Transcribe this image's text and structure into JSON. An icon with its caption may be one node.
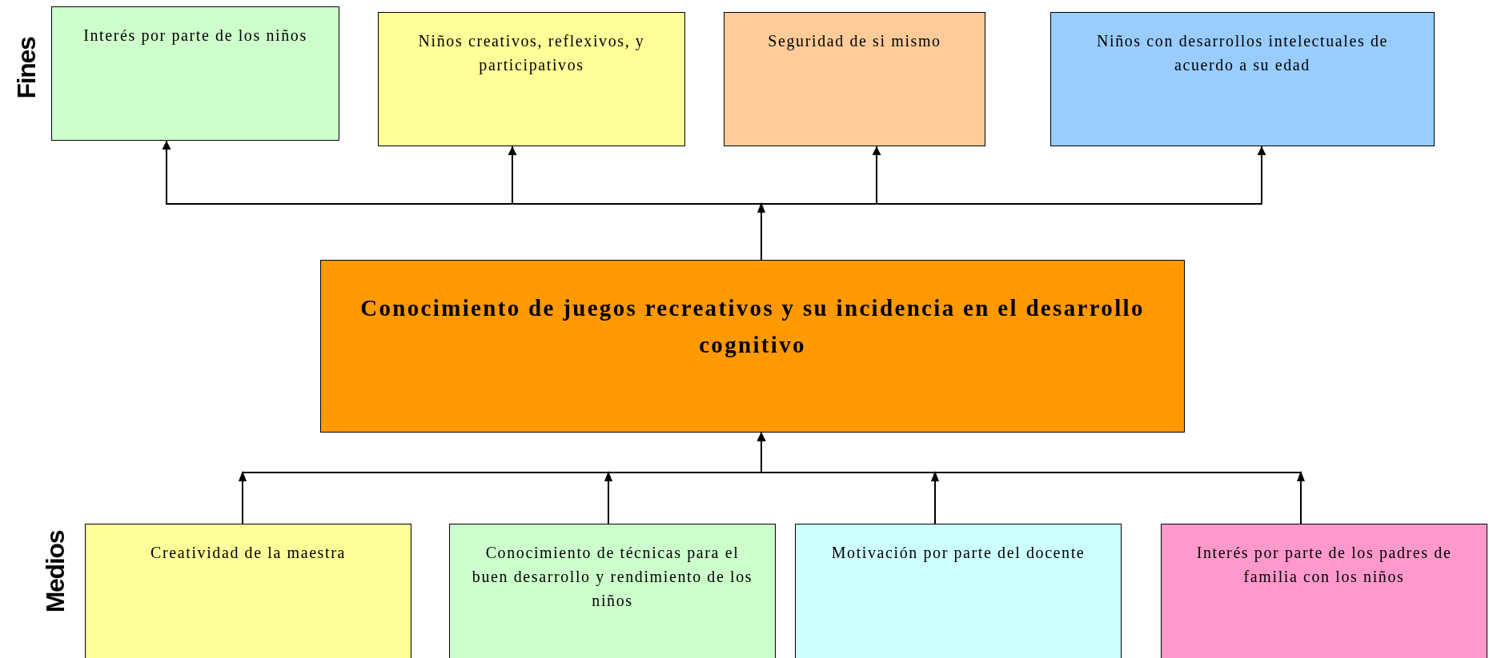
{
  "diagram": {
    "nodes": [
      {
        "text": [
          "Interés por parte de los niños"
        ]
      },
      {
        "text": [
          "Niños creativos, reflexivos, y participativos"
        ]
      },
      {
        "text": [
          "Seguridad de si mismo"
        ]
      },
      {
        "text": [
          "Niños con desarrollos intelectuales de acuerdo a su edad"
        ]
      },
      {
        "text": [
          "Conocimiento de juegos recreativos y su incidencia en el desarrollo cognitivo"
        ]
      },
      {
        "text": [
          "Creatividad de la maestra"
        ]
      },
      {
        "text": [
          "Conocimiento de técnicas para el buen desarrollo y rendimiento de los niños"
        ]
      },
      {
        "text": [
          "Motivación por parte del docente"
        ]
      },
      {
        "text": [
          "Interés por parte de los padres de familia con los niños"
        ]
      }
    ],
    "edges": [
      {
        "from": 4,
        "to": 0,
        "arrow": "to"
      },
      {
        "from": 4,
        "to": 1,
        "arrow": "to"
      },
      {
        "from": 4,
        "to": 2,
        "arrow": "to"
      },
      {
        "from": 4,
        "to": 3,
        "arrow": "to"
      },
      {
        "from": 5,
        "to": 4,
        "arrow": "to"
      },
      {
        "from": 6,
        "to": 4,
        "arrow": "to"
      },
      {
        "from": 7,
        "to": 4,
        "arrow": "to"
      },
      {
        "from": 8,
        "to": 4,
        "arrow": "to"
      }
    ],
    "labels": [
      "Fines",
      "Medios"
    ]
  }
}
